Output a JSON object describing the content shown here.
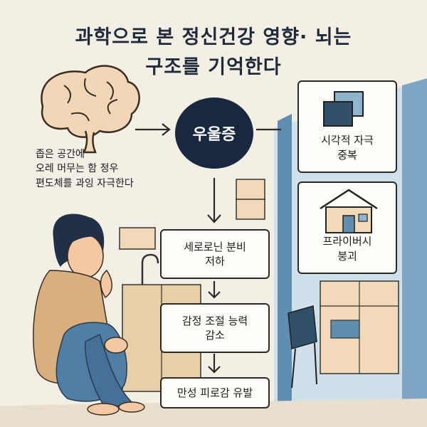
{
  "title": {
    "line1": "과학으로 본 정신건강 영향· 뇌는",
    "line2": "구조를 기억한다"
  },
  "caption": {
    "text": "좁은 공간에\n오레 머무는 함 정우\n편도체를 과잉 자극한다"
  },
  "center": {
    "label": "우울증"
  },
  "flow": [
    {
      "label": "세로로닌 분비\n저하"
    },
    {
      "label": "감정 조절 능력\n감소"
    },
    {
      "label": "만성 피로감 유발"
    }
  ],
  "panels": [
    {
      "label": "시각적 자극\n중복",
      "icon": "overlapping-squares-icon"
    },
    {
      "label": "프라이버시\n붕괴",
      "icon": "house-icon"
    }
  ],
  "colors": {
    "circle": "#17283f",
    "wall": "#8fb4cc",
    "background": "#f4efe4"
  }
}
